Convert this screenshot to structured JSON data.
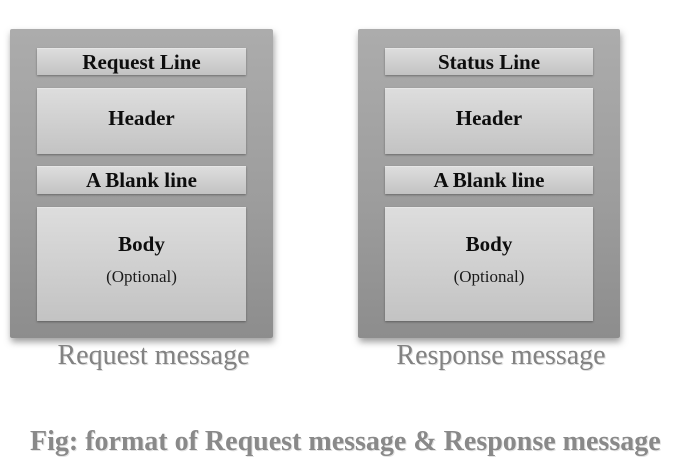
{
  "figure": {
    "panels": [
      {
        "name": "request",
        "label": "Request message",
        "rows": [
          {
            "title": "Request Line"
          },
          {
            "title": "Header"
          },
          {
            "title": "A Blank line"
          },
          {
            "title": "Body",
            "subtitle": "(Optional)"
          }
        ]
      },
      {
        "name": "response",
        "label": "Response message",
        "rows": [
          {
            "title": "Status Line"
          },
          {
            "title": "Header"
          },
          {
            "title": "A Blank line"
          },
          {
            "title": "Body",
            "subtitle": "(Optional)"
          }
        ]
      }
    ],
    "caption": "Fig: format of Request message & Response message",
    "colors": {
      "panel_gradient_top": "#acacac",
      "panel_gradient_bottom": "#8d8d8d",
      "box_gradient_top": "#dddddd",
      "box_gradient_bottom": "#c3c3c3",
      "box_text": "#0d0d0d",
      "label_text": "#828282",
      "caption_text": "#898989",
      "background": "#ffffff"
    }
  }
}
